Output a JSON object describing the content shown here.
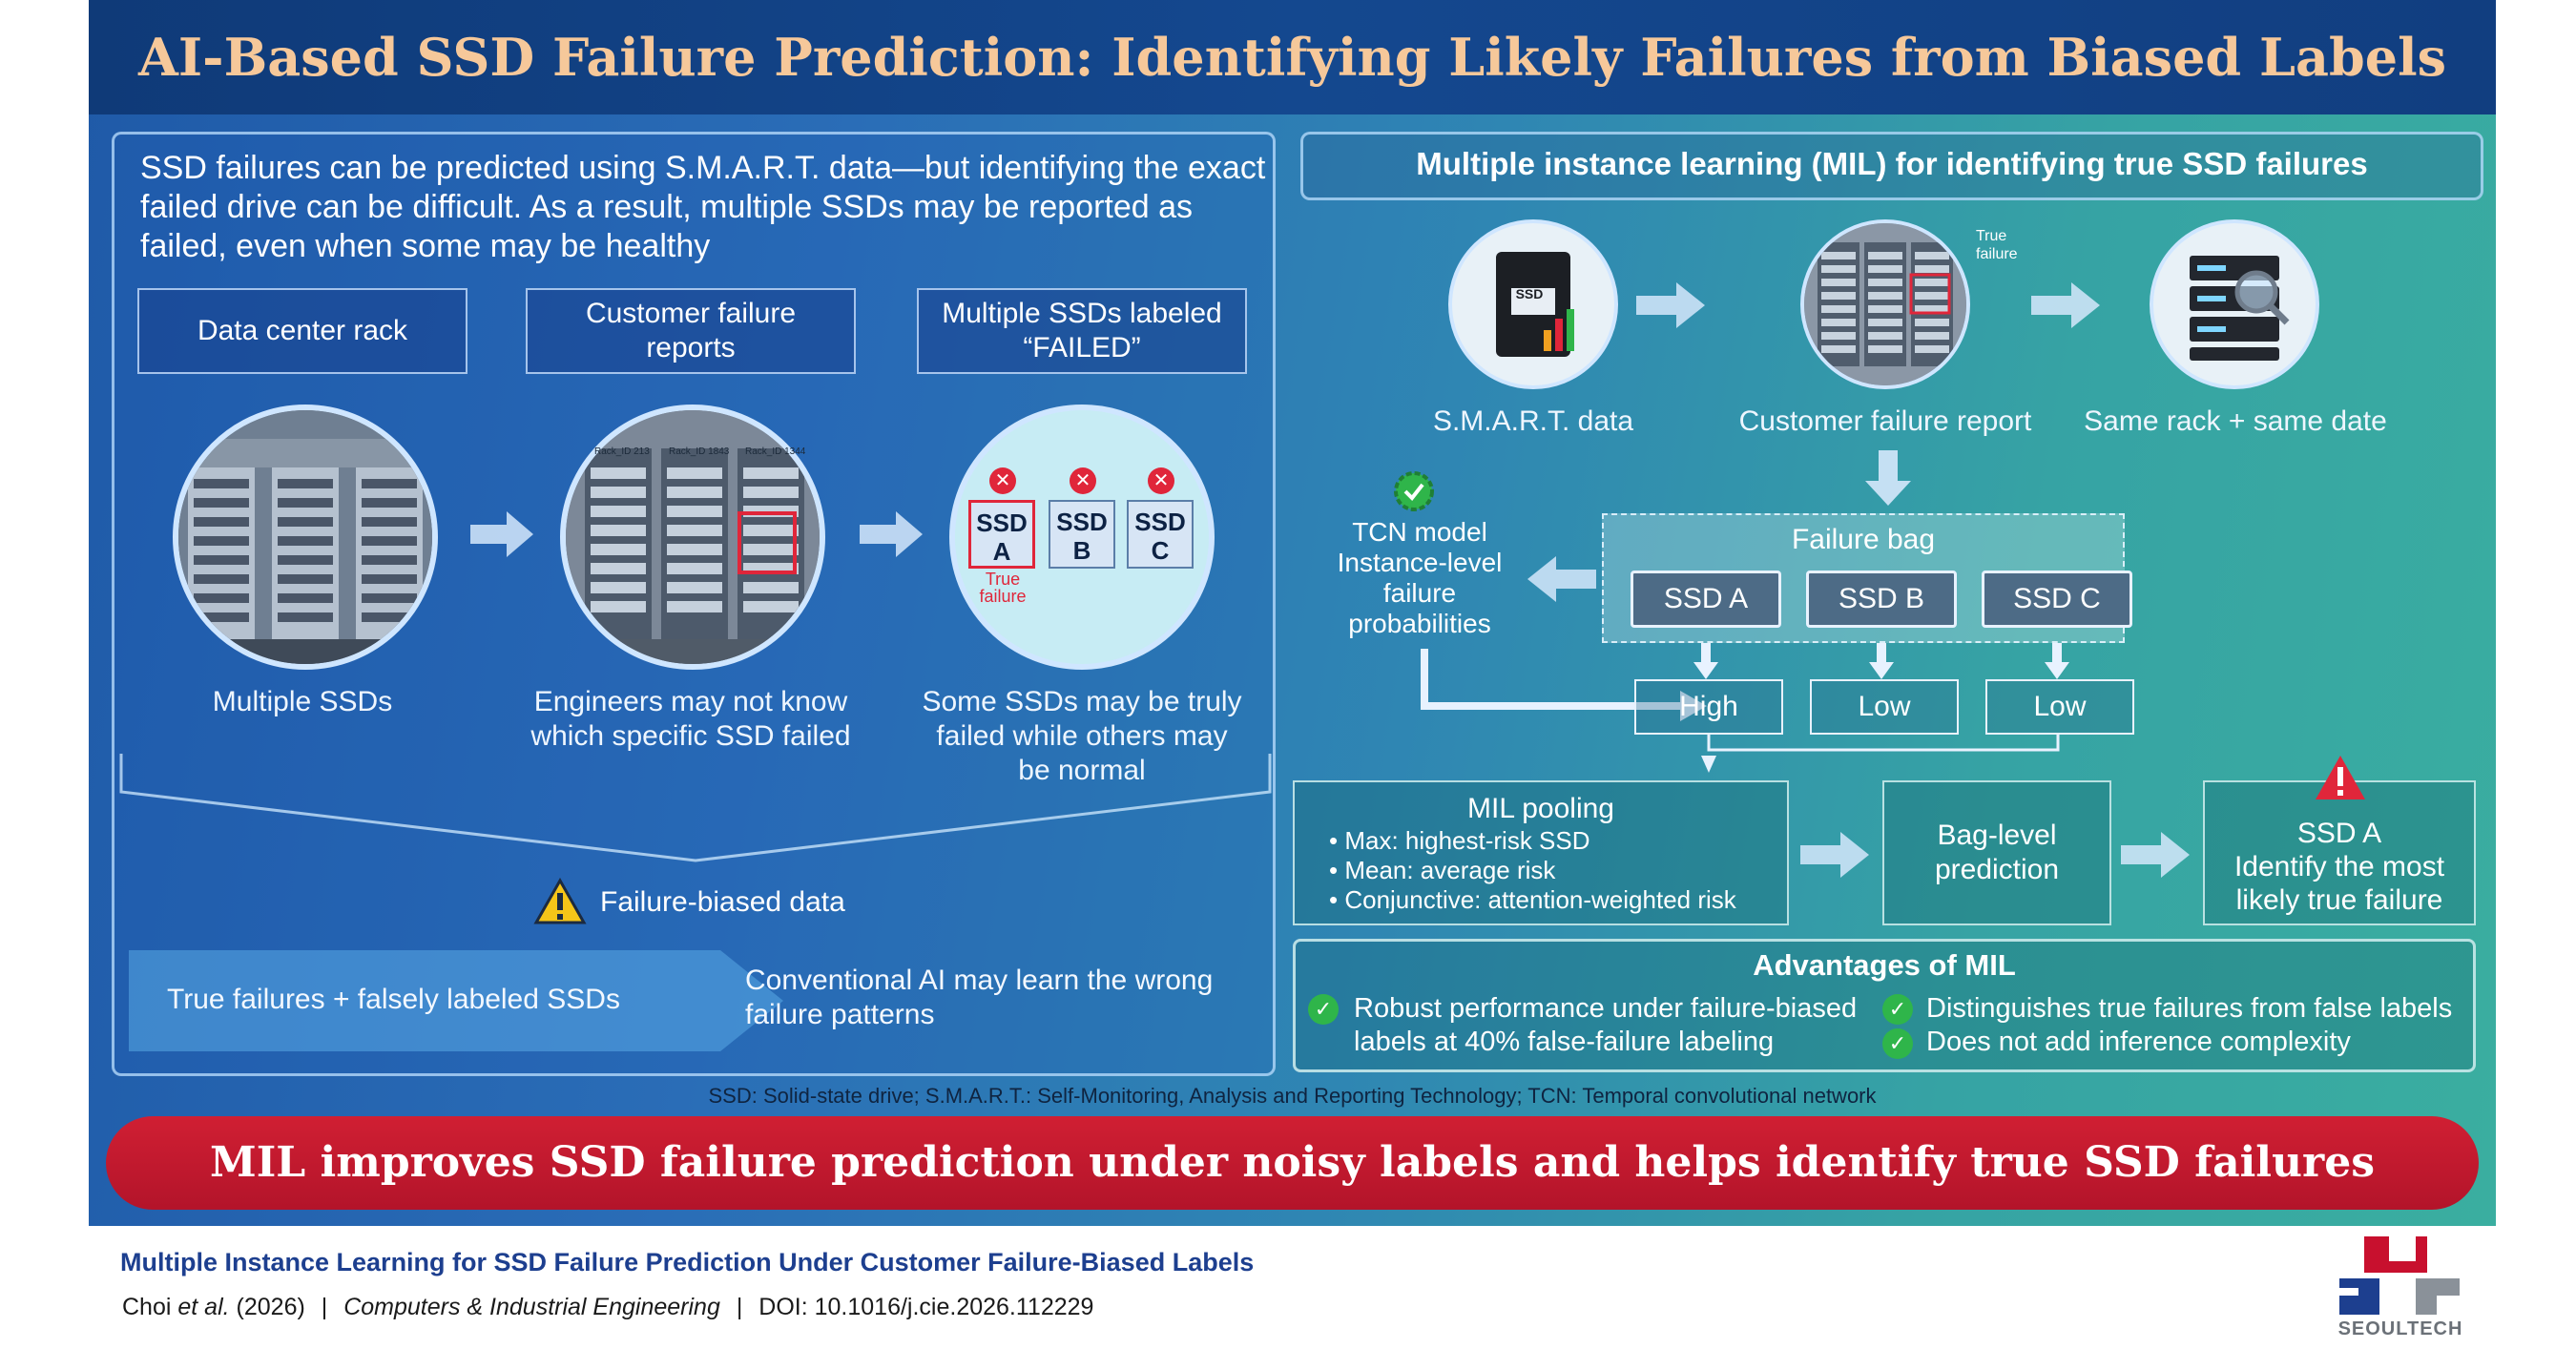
{
  "title": "AI-Based SSD Failure Prediction: Identifying Likely Failures from Biased Labels",
  "left": {
    "intro": "SSD failures can be predicted using S.M.A.R.T. data—but identifying the exact failed drive can be difficult. As a result, multiple SSDs may be reported as failed, even when some may be healthy",
    "box1": "Data center rack",
    "box2_line1": "Customer failure",
    "box2_line2": "reports",
    "box3_line1": "Multiple SSDs labeled",
    "box3_line2": "“FAILED”",
    "cap1": "Multiple SSDs",
    "cap2_line1": "Engineers may not know",
    "cap2_line2": "which specific SSD failed",
    "cap3_line1": "Some SSDs may be truly",
    "cap3_line2": "failed while others may",
    "cap3_line3": "be normal",
    "ssd_a": "SSD A",
    "ssd_b": "SSD B",
    "ssd_c": "SSD C",
    "true_failure_line1": "True",
    "true_failure_line2": "failure",
    "rack_labels": [
      "Rack_ID 213",
      "Rack_ID 1843",
      "Rack_ID 1344"
    ],
    "biased": "Failure-biased data",
    "arrow_text": "True failures + falsely labeled SSDs",
    "conventional_line1": "Conventional AI may learn the wrong",
    "conventional_line2": "failure patterns"
  },
  "right": {
    "header": "Multiple instance learning (MIL) for identifying true SSD failures",
    "smart_chip": "SSD",
    "cap_smart": "S.M.A.R.T. data",
    "cap_report": "Customer failure report",
    "cap_rack": "Same rack + same date",
    "true_failure_line1": "True",
    "true_failure_line2": "failure",
    "tcn_line1": "TCN model",
    "tcn_line2": "Instance-level",
    "tcn_line3": "failure",
    "tcn_line4": "probabilities",
    "bag_title": "Failure bag",
    "bag_items": [
      "SSD A",
      "SSD B",
      "SSD C"
    ],
    "levels": [
      "High",
      "Low",
      "Low"
    ],
    "pool_title": "MIL pooling",
    "pool_items": [
      "• Max: highest-risk SSD",
      "• Mean: average risk",
      "• Conjunctive: attention-weighted risk"
    ],
    "bag_pred_line1": "Bag-level",
    "bag_pred_line2": "prediction",
    "result_line1": "SSD A",
    "result_line2": "Identify the most",
    "result_line3": "likely true failure",
    "adv_title": "Advantages of MIL",
    "adv1_line1": "Robust performance under failure-biased",
    "adv1_line2": "labels at 40% false-failure labeling",
    "adv2": "Distinguishes true failures from false labels",
    "adv3": "Does not add inference complexity"
  },
  "footnote": "SSD: Solid-state drive; S.M.A.R.T.: Self-Monitoring, Analysis and Reporting Technology; TCN: Temporal convolutional network",
  "banner": "MIL improves SSD failure prediction under noisy labels and helps identify true SSD failures",
  "footer": {
    "paper_title": "Multiple Instance Learning for SSD Failure Prediction Under Customer Failure-Biased Labels",
    "author": "Choi",
    "etal": "et al.",
    "year": "(2026)",
    "sep": "|",
    "journal": "Computers & Industrial Engineering",
    "doi": "DOI: 10.1016/j.cie.2026.112229",
    "logo_text": "SEOULTECH"
  },
  "colors": {
    "title": "#f6c89a",
    "banner": "#c0172a",
    "footer_title": "#1d3f8f",
    "check": "#2fb54a",
    "x": "#e0263a"
  }
}
